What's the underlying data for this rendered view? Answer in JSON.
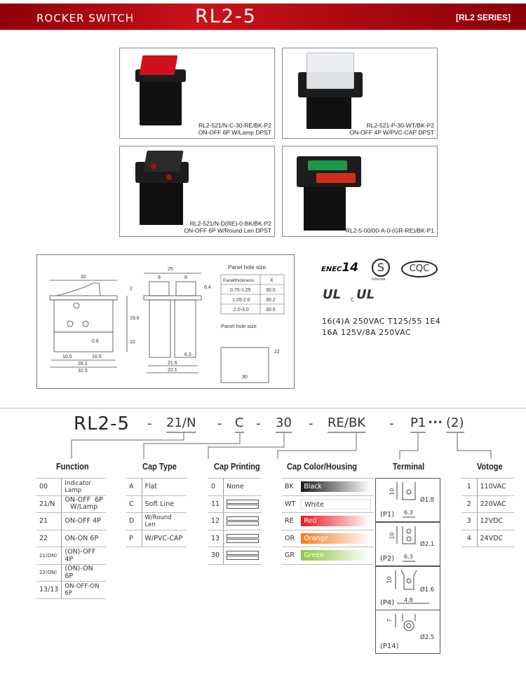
{
  "header": {
    "category": "ROCKER SWITCH",
    "model": "RL2-5",
    "series": "[RL2 SERIES]"
  },
  "photos": [
    {
      "part": "RL2-521/N-C-30-RE/BK-P2",
      "desc": "ON-OFF 6P W/Lamp DPST",
      "rocker_color": "#d0101a"
    },
    {
      "part": "RL2-521-P-30-WT/BK-P2",
      "desc": "ON-OFF 4P W/PVC-CAP DPST",
      "rocker_color": "#eeeeee"
    },
    {
      "part": "RL2-521/N-D(RE)-0-BK/BK-P2",
      "desc": "ON-OFF 6P W/Round Len DPST",
      "rocker_color": "#222222"
    },
    {
      "part": "RL2-5-00/00-A-0-(GR-RE)/BK-P1",
      "desc": "",
      "rocker_color": "#1a9a4a"
    }
  ],
  "drawing": {
    "front": {
      "w_top": "32",
      "h_cap": "2",
      "h_body": "19.6",
      "h_term": "10",
      "pin_gap": "0.8",
      "pitch_a": "10.5",
      "pitch_b": "10.5",
      "w_inner": "28.2",
      "w_outer": "32.5"
    },
    "side": {
      "w_top": "25",
      "cap_a": "8",
      "cap_b": "8",
      "h_cap": "6.4",
      "term_w": "6.3",
      "w_inner": "21.6",
      "w_outer": "22.1"
    },
    "panel_table": {
      "title": "Panel hole size",
      "headers": [
        "Panelthickness",
        "X"
      ],
      "rows": [
        [
          "0.75-1.25",
          "30.0"
        ],
        [
          "1.25-2.0",
          "30.2"
        ],
        [
          "2.0-3.0",
          "30.5"
        ]
      ]
    },
    "panel_hole": {
      "title": "Panel hole size",
      "w": "30",
      "h": "22"
    }
  },
  "certs": {
    "enec": "14",
    "enec_letters": "ENEC",
    "intertek": "Intertek",
    "cqc": "CQC",
    "ul": "UL",
    "c": "C",
    "ratings": [
      "16(4)A  250VAC  T125/55  1E4",
      "16A  125V/8A  250VAC"
    ]
  },
  "part_number": {
    "base": "RL2-5",
    "segments": [
      "21/N",
      "C",
      "30",
      "RE/BK",
      "P1"
    ],
    "dots": "•••",
    "voltage": "(2)",
    "dash": "-"
  },
  "function": {
    "title": "Function",
    "rows": [
      [
        "00",
        "Indicator Lamp"
      ],
      [
        "21/N",
        "ON-OFF  6P\nW/Lamp"
      ],
      [
        "21",
        "ON-OFF  4P"
      ],
      [
        "22",
        "ON-ON  6P"
      ],
      [
        "21(ON)",
        "(ON)-OFF  4P"
      ],
      [
        "22(ON)",
        "(ON)-ON  6P"
      ],
      [
        "13/13",
        "ON-OFF-ON  6P"
      ]
    ]
  },
  "cap_type": {
    "title": "Cap Type",
    "rows": [
      [
        "A",
        "Flat"
      ],
      [
        "C",
        "Soft  Line"
      ],
      [
        "D",
        "W/Round  Len"
      ],
      [
        "P",
        "W/PVC-CAP"
      ]
    ]
  },
  "cap_printing": {
    "title": "Cap Printing",
    "rows": [
      [
        "0",
        "None"
      ],
      [
        "11",
        ""
      ],
      [
        "12",
        ""
      ],
      [
        "13",
        ""
      ],
      [
        "30",
        ""
      ]
    ]
  },
  "cap_color": {
    "title": "Cap Color/Housing",
    "rows": [
      {
        "code": "BK",
        "name": "Black",
        "color": "#1a1a1a"
      },
      {
        "code": "WT",
        "name": "White",
        "color": "#ffffff"
      },
      {
        "code": "RE",
        "name": "Red",
        "color": "#e8151f"
      },
      {
        "code": "OR",
        "name": "Orange",
        "color": "#f47a20"
      },
      {
        "code": "GR",
        "name": "Green",
        "color": "#8cc63f"
      }
    ]
  },
  "terminal": {
    "title": "Terminal",
    "items": [
      {
        "label": "(P1)",
        "height": "10",
        "width": "6.3",
        "dia": "Ø1.8"
      },
      {
        "label": "(P2)",
        "height": "10",
        "width": "6.3",
        "dia": "Ø2.1"
      },
      {
        "label": "(P4)",
        "height": "10",
        "width": "4.8",
        "dia": "Ø1.6"
      },
      {
        "label": "(P14)",
        "height": "7",
        "width": "",
        "dia": "Ø2.5"
      }
    ]
  },
  "voltage": {
    "title": "Votoge",
    "rows": [
      [
        "1",
        "110VAC"
      ],
      [
        "2",
        "220VAC"
      ],
      [
        "3",
        "12VDC"
      ],
      [
        "4",
        "24VDC"
      ]
    ]
  }
}
